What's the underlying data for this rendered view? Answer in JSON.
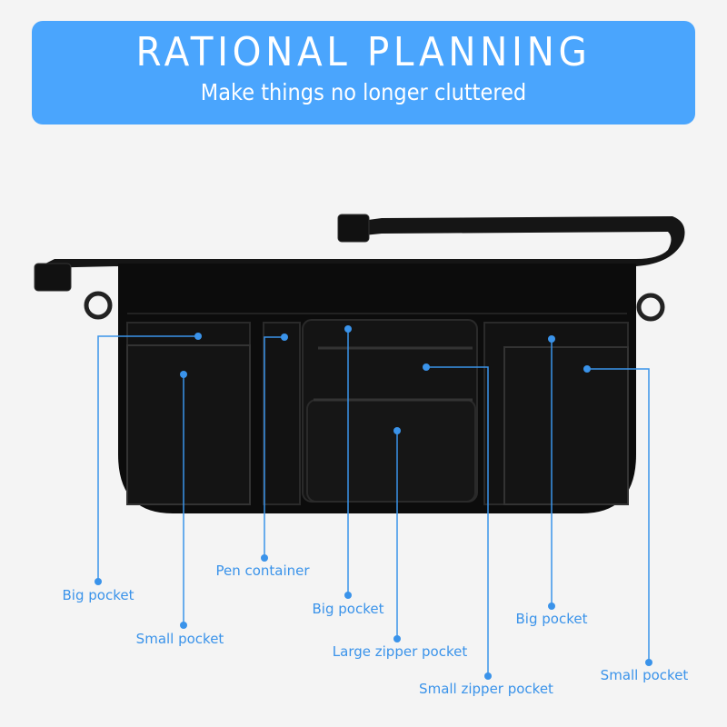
{
  "banner": {
    "title": "RATIONAL PLANNING",
    "subtitle": "Make things no longer cluttered",
    "color": "#4aa5fd"
  },
  "callouts": [
    {
      "label": "Big pocket"
    },
    {
      "label": "Small pocket"
    },
    {
      "label": "Pen container"
    },
    {
      "label": "Big pocket"
    },
    {
      "label": "Large zipper pocket"
    },
    {
      "label": "Small zipper pocket"
    },
    {
      "label": "Big pocket"
    },
    {
      "label": "Small pocket"
    }
  ],
  "callout_color": "#3a93ea"
}
